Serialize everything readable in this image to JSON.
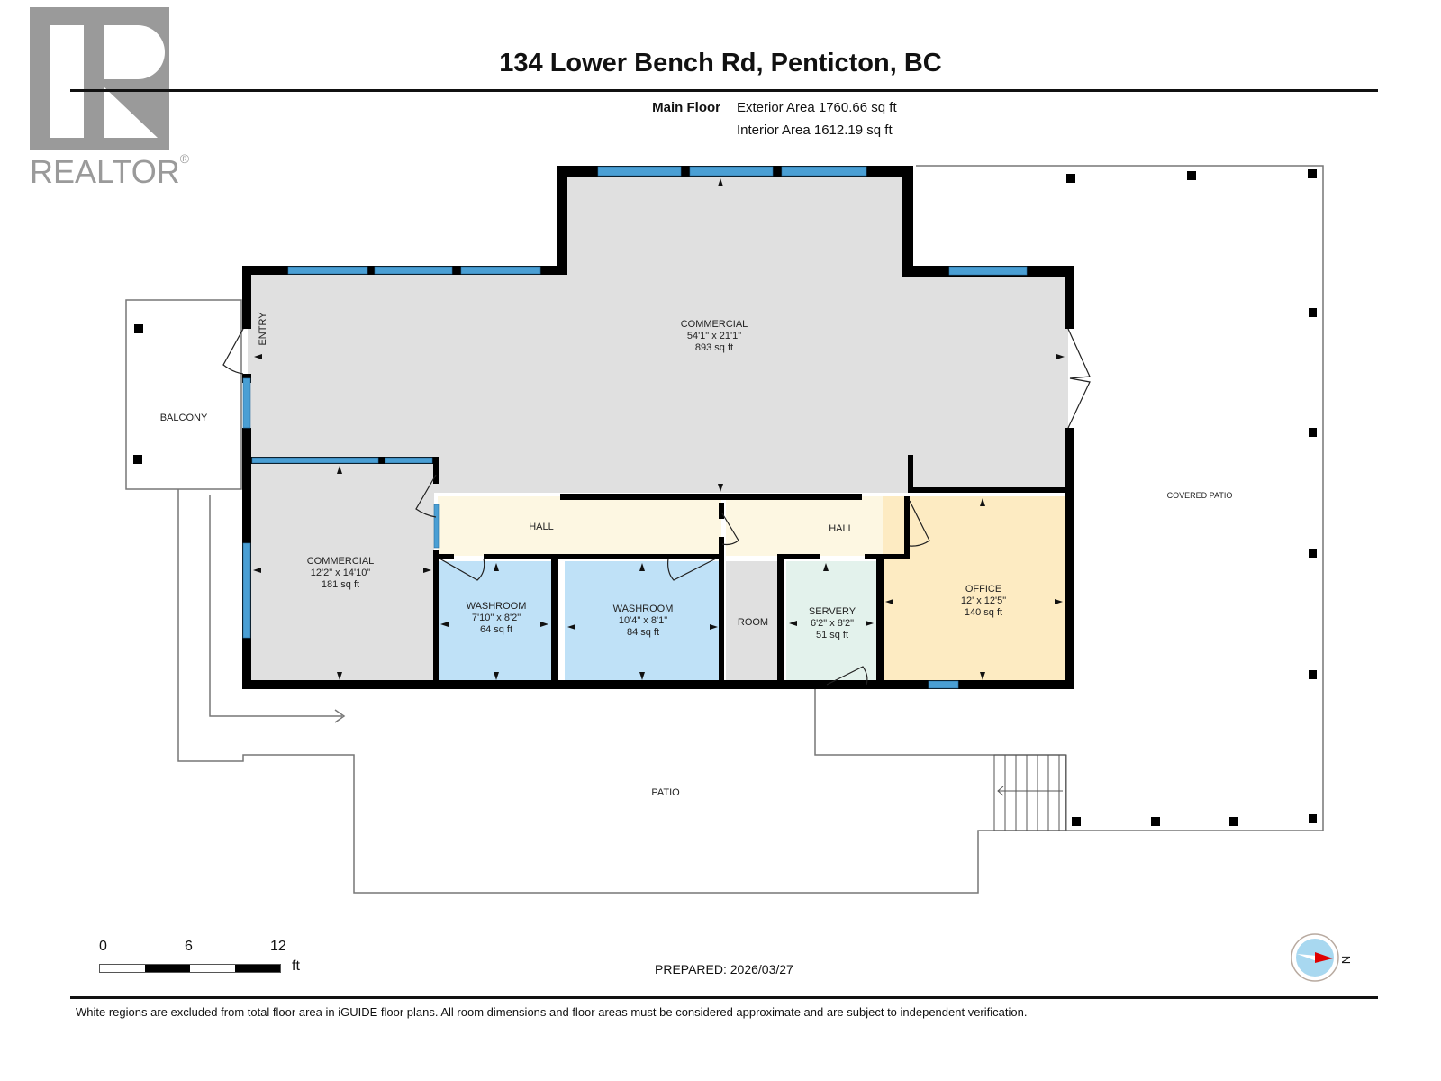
{
  "logo": {
    "text": "REALTOR",
    "reg_mark": "®",
    "icon": "realtor-r-icon"
  },
  "header": {
    "title": "134 Lower Bench Rd, Penticton, BC",
    "floor_name": "Main Floor",
    "exterior_area": "Exterior Area 1760.66 sq ft",
    "interior_area": "Interior Area 1612.19 sq ft"
  },
  "rooms": {
    "commercial_main": {
      "name": "COMMERCIAL",
      "dims": "54'1\" x 21'1\"",
      "area": "893 sq ft",
      "color": "#e0e0e0"
    },
    "commercial_small": {
      "name": "COMMERCIAL",
      "dims": "12'2\" x 14'10\"",
      "area": "181 sq ft",
      "color": "#e0e0e0"
    },
    "washroom_1": {
      "name": "WASHROOM",
      "dims": "7'10\" x 8'2\"",
      "area": "64 sq ft",
      "color": "#bfe1f7"
    },
    "washroom_2": {
      "name": "WASHROOM",
      "dims": "10'4\" x 8'1\"",
      "area": "84 sq ft",
      "color": "#bfe1f7"
    },
    "room": {
      "name": "ROOM",
      "color": "#e0e0e0"
    },
    "servery": {
      "name": "SERVERY",
      "dims": "6'2\" x 8'2\"",
      "area": "51 sq ft",
      "color": "#e3f2ec"
    },
    "office": {
      "name": "OFFICE",
      "dims": "12' x 12'5\"",
      "area": "140 sq ft",
      "color": "#fdebc2"
    },
    "hall_1": {
      "name": "HALL",
      "color": "#fdf7e2"
    },
    "hall_2": {
      "name": "HALL",
      "color": "#fdf7e2"
    },
    "entry": {
      "name": "ENTRY"
    },
    "balcony": {
      "name": "BALCONY"
    },
    "covered_patio": {
      "name": "COVERED PATIO"
    },
    "patio": {
      "name": "PATIO"
    }
  },
  "colors": {
    "wall": "#000000",
    "window": "#4a9fd4",
    "outline": "#777777"
  },
  "scale": {
    "ticks": [
      "0",
      "6",
      "12"
    ],
    "unit": "ft"
  },
  "compass": {
    "label": "N",
    "icon": "compass-icon"
  },
  "footer": {
    "prepared": "PREPARED: 2026/03/27",
    "disclaimer": "White regions are excluded from total floor area in iGUIDE floor plans. All room dimensions and floor areas must be considered approximate and are subject to independent verification."
  }
}
